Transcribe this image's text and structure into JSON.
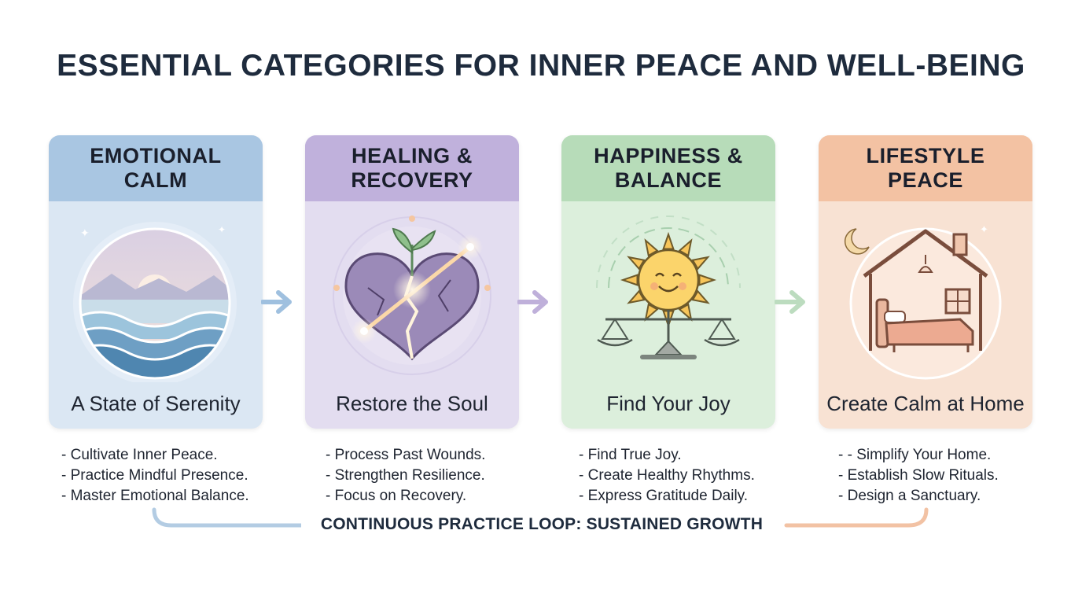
{
  "title": "ESSENTIAL CATEGORIES FOR INNER PEACE AND WELL-BEING",
  "categories": [
    {
      "heading": "EMOTIONAL CALM",
      "subtitle": "A State of Serenity",
      "icon": "ocean-waves-icon",
      "header_color": "#a9c6e2",
      "body_color": "#dbe7f3",
      "bullets": [
        "- Cultivate Inner Peace.",
        "- Practice Mindful Presence.",
        "- Master Emotional Balance."
      ]
    },
    {
      "heading": "HEALING & RECOVERY",
      "subtitle": "Restore the Soul",
      "icon": "mended-heart-icon",
      "header_color": "#c0b1dc",
      "body_color": "#e3ddf0",
      "bullets": [
        "- Process Past Wounds.",
        "- Strengthen Resilience.",
        "- Focus on Recovery."
      ]
    },
    {
      "heading": "HAPPINESS & BALANCE",
      "subtitle": "Find Your Joy",
      "icon": "sun-balance-icon",
      "header_color": "#b7dcb9",
      "body_color": "#dcefdc",
      "bullets": [
        "- Find True Joy.",
        "- Create Healthy Rhythms.",
        "- Express Gratitude Daily."
      ]
    },
    {
      "heading": "LIFESTYLE PEACE",
      "subtitle": "Create Calm at Home",
      "icon": "home-bedroom-icon",
      "header_color": "#f3c2a3",
      "body_color": "#f8e2d3",
      "bullets": [
        "- - Simplify Your Home.",
        "- Establish Slow Rituals.",
        "- Design a Sanctuary."
      ]
    }
  ],
  "loop_label": "CONTINUOUS PRACTICE LOOP: SUSTAINED GROWTH"
}
